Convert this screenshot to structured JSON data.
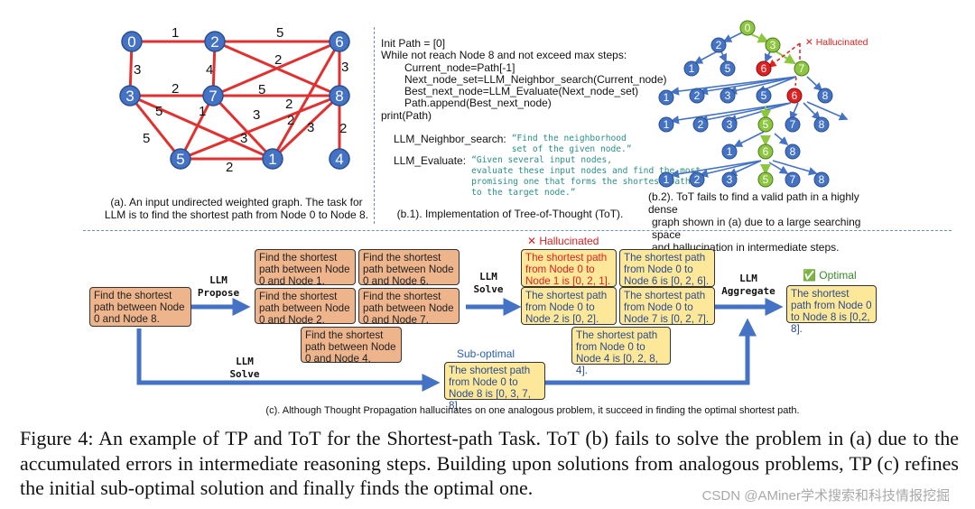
{
  "graph": {
    "nodes": [
      {
        "id": "0"
      },
      {
        "id": "2"
      },
      {
        "id": "6"
      },
      {
        "id": "3"
      },
      {
        "id": "7"
      },
      {
        "id": "8"
      },
      {
        "id": "5"
      },
      {
        "id": "1"
      },
      {
        "id": "4"
      }
    ],
    "edge_weights": [
      "1",
      "5",
      "3",
      "4",
      "2",
      "3",
      "2",
      "5",
      "1",
      "3",
      "5",
      "2",
      "2",
      "3",
      "2",
      "5",
      "3",
      "2"
    ],
    "caption_line1": "(a). An input undirected weighted graph. The task for",
    "caption_line2": "LLM is to find the shortest path from Node 0 to Node 8."
  },
  "tot_code": {
    "lines": [
      "Init Path = [0]",
      "While not reach Node 8 and not exceed max steps:",
      "Current_node=Path[-1]",
      "Next_node_set=LLM_Neighbor_search(Current_node)",
      "Best_next_node=LLM_Evaluate(Next_node_set)",
      "Path.append(Best_next_node)",
      "print(Path)"
    ],
    "neighbor_label": "LLM_Neighbor_search:",
    "neighbor_text": "“Find the neighborhood\nset of the given node.”",
    "evaluate_label": "LLM_Evaluate:",
    "evaluate_text": "“Given several input nodes,\nevaluate these input nodes and find the most\npromising one that forms the shortest path\nto the target node.”",
    "caption": "(b.1). Implementation of Tree-of-Thought (ToT)."
  },
  "tot_tree": {
    "hallucinated": "✕ Hallucinated",
    "caption_line1": "(b.2). ToT fails to find a valid path in a highly dense",
    "caption_line2": "graph shown in (a) due to a large searching space",
    "caption_line3": "and hallucination in intermediate steps."
  },
  "tp": {
    "input_box": "Find the shortest path between Node 0 and Node 8.",
    "propose_op": "LLM\nPropose",
    "solve_op": "LLM\nSolve",
    "solve_op2": "LLM\nSolve",
    "aggregate_op": "LLM\nAggregate",
    "analogous": [
      "Find the shortest path between Node 0 and Node 1.",
      "Find the shortest path between Node 0 and Node 6.",
      "Find the shortest path between Node 0 and Node 2.",
      "Find the shortest path between Node 0 and Node 7.",
      "Find the shortest path between Node 0 and Node 4."
    ],
    "solutions": [
      "The shortest path from Node 0 to Node 1 is [0, 2, 1].",
      "The shortest path from Node 0 to Node 6 is [0, 2, 6].",
      "The shortest path from Node 0 to Node 2 is [0, 2].",
      "The shortest path from Node 0 to Node 7 is [0, 2, 7].",
      "The shortest path from Node 0 to Node 4 is [0, 2, 8, 4]."
    ],
    "hallucinated": "✕ Hallucinated",
    "optimal": "✅ Optimal",
    "optimal_box": "The shortest path from Node 0 to Node 8 is [0,2, 8].",
    "suboptimal": "Sub-optimal",
    "suboptimal_box": "The shortest path from Node 0 to Node 8 is [0, 3, 7, 8]",
    "caption": "(c). Although Thought Propagation hallucinates on one analogous problem, it succeed in finding the optimal shortest path."
  },
  "figure_caption": "Figure 4: An example of TP and ToT for the Shortest-path Task. ToT (b) fails to solve the problem in (a) due to the accumulated errors in intermediate reasoning steps. Building upon solutions from analogous problems, TP (c) refines the initial sub-optimal solution and finally finds the optimal one.",
  "watermark": "CSDN @AMiner学术搜索和科技情报挖掘",
  "colors": {
    "node": "#4472c4",
    "edge": "#e03030",
    "green": "#8dc63f",
    "red": "#e02020",
    "arrow": "#4472c4"
  }
}
